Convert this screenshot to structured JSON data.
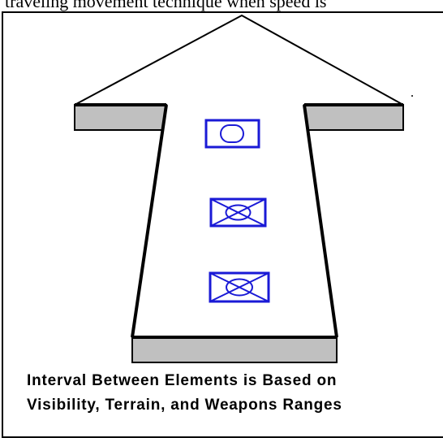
{
  "header_text": "traveling  movement  technique  when  speed  is",
  "caption": {
    "line1": "Interval Between Elements is Based on",
    "line2": "Visibility, Terrain, and Weapons Ranges"
  },
  "colors": {
    "outline": "#000000",
    "gray_fill": "#c0c0c0",
    "unit_symbol": "#1a1ad6"
  },
  "symbols": [
    {
      "name": "armor-unit-symbol",
      "type": "armor"
    },
    {
      "name": "armored-infantry-unit-symbol-1",
      "type": "armored infantry"
    },
    {
      "name": "armored-infantry-unit-symbol-2",
      "type": "armored infantry"
    }
  ]
}
